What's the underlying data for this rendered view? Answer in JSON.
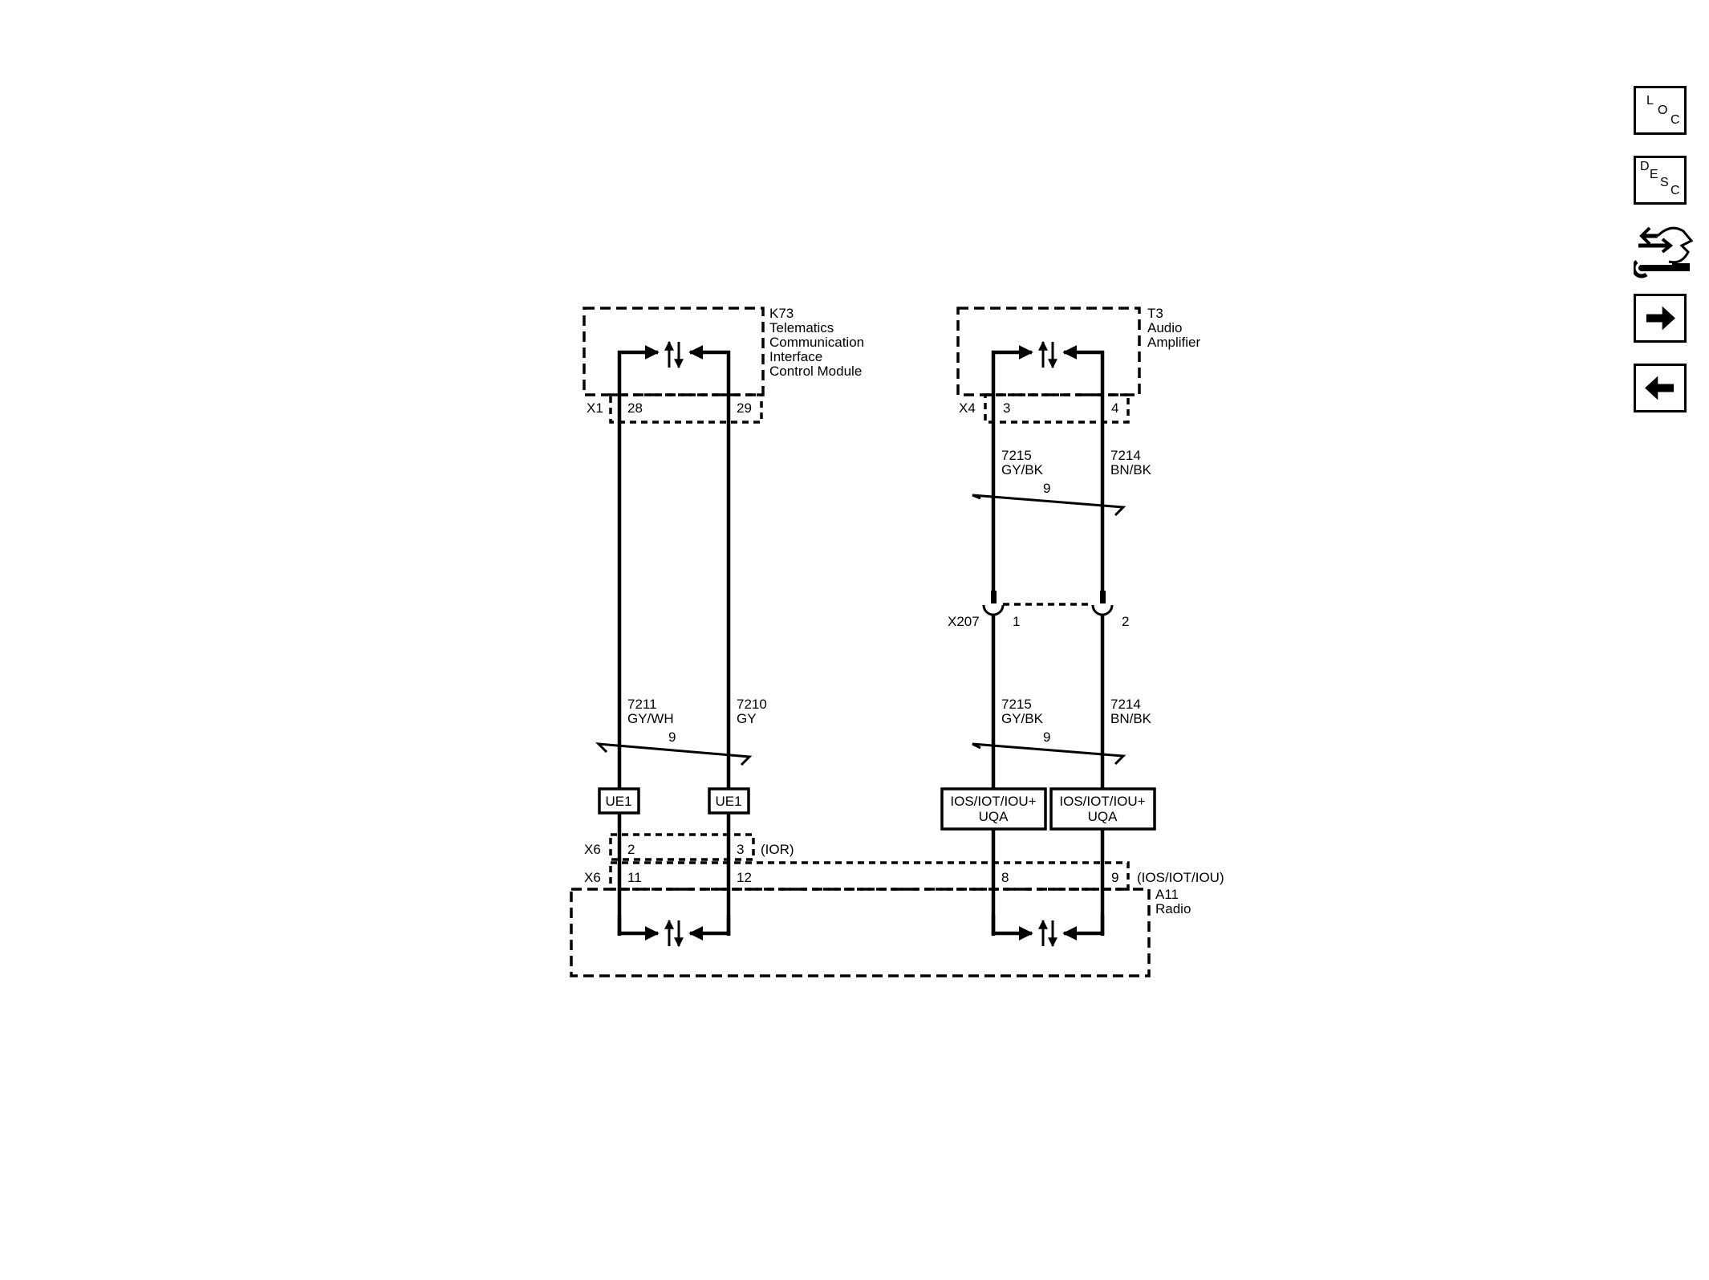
{
  "nav": {
    "loc": [
      "L",
      "O",
      "C"
    ],
    "desc": [
      "D",
      "E",
      "S",
      "C"
    ],
    "tool_icon": "harness-wrench-icon",
    "next_icon": "arrow-right-icon",
    "prev_icon": "arrow-left-icon"
  },
  "k73": {
    "lines": [
      "K73",
      "Telematics",
      "Communication",
      "Interface",
      "Control Module"
    ],
    "connector": "X1",
    "pin_a": "28",
    "pin_b": "29"
  },
  "t3": {
    "lines": [
      "T3",
      "Audio",
      "Amplifier"
    ],
    "connector": "X4",
    "pin_a": "3",
    "pin_b": "4"
  },
  "t3_wires_upper": {
    "a_circuit": "7215",
    "a_color": "GY/BK",
    "b_circuit": "7214",
    "b_color": "BN/BK",
    "twist": "9"
  },
  "inline": {
    "connector": "X207",
    "pin_a": "1",
    "pin_b": "2"
  },
  "t3_wires_lower": {
    "a_circuit": "7215",
    "a_color": "GY/BK",
    "b_circuit": "7214",
    "b_color": "BN/BK",
    "twist": "9"
  },
  "k73_wires": {
    "a_circuit": "7211",
    "a_color": "GY/WH",
    "b_circuit": "7210",
    "b_color": "GY",
    "twist": "9"
  },
  "options": {
    "left_a": "UE1",
    "left_b": "UE1",
    "right_line1": "IOS/IOT/IOU+",
    "right_line2": "UQA"
  },
  "a11": {
    "lines": [
      "A11",
      "Radio"
    ],
    "x6_upper": {
      "connector": "X6",
      "pin_a": "2",
      "pin_b": "3",
      "note": "(IOR)"
    },
    "x6_lower": {
      "connector": "X6",
      "pin_a": "11",
      "pin_b": "12",
      "pin_c": "8",
      "pin_d": "9",
      "note": "(IOS/IOT/IOU)"
    }
  }
}
